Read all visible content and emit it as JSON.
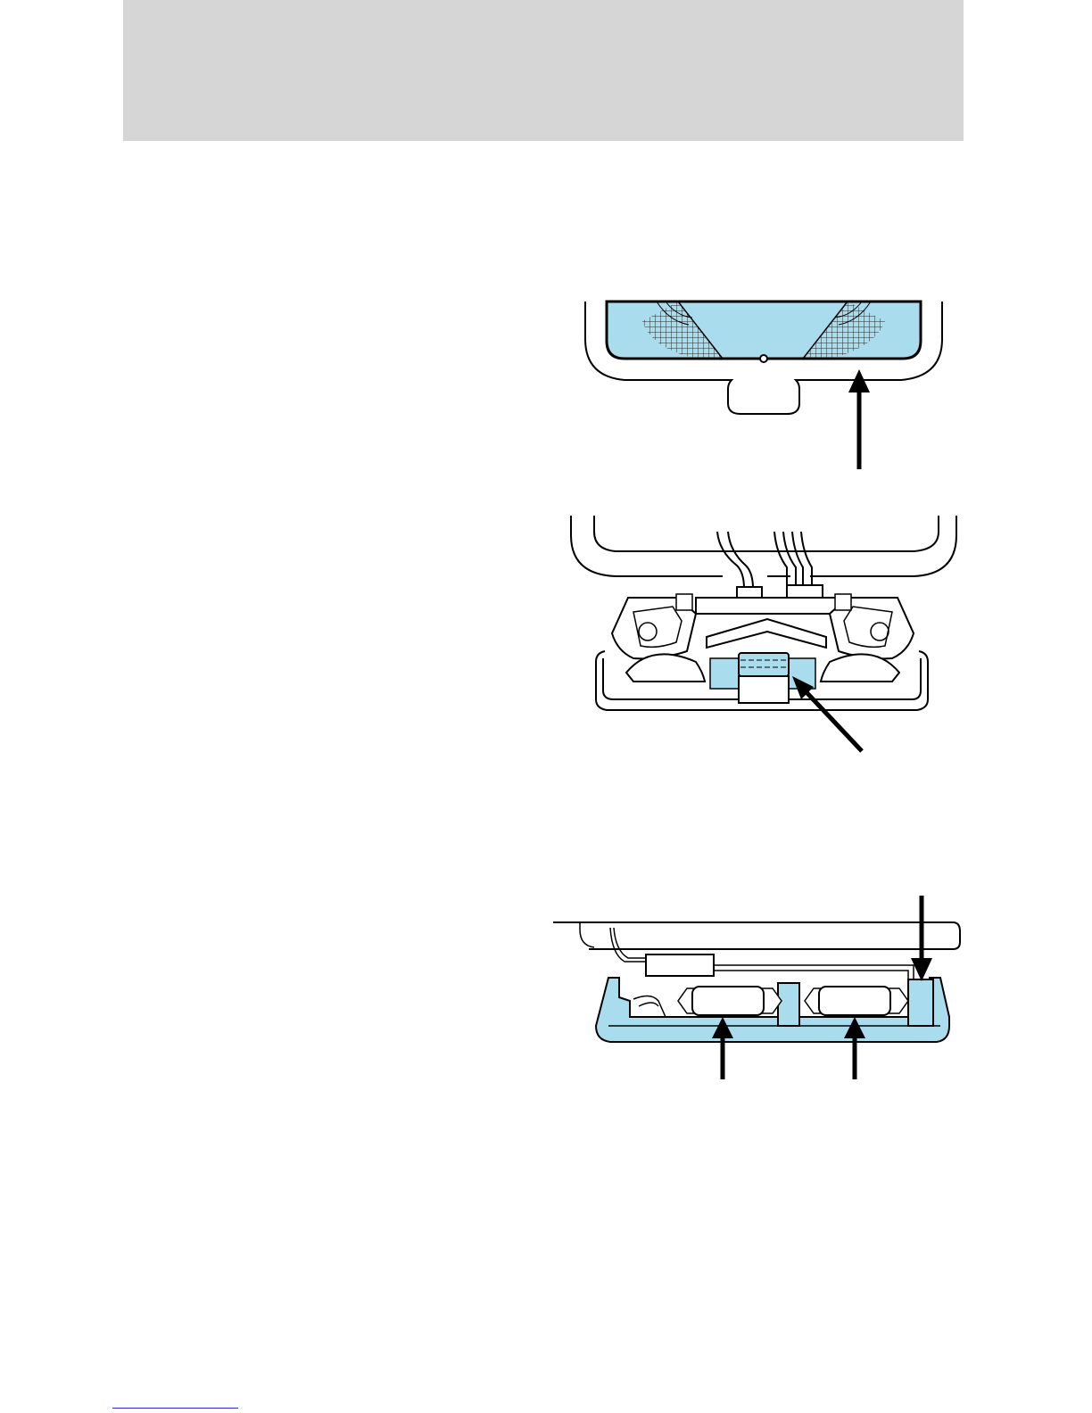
{
  "page": {
    "header_band_color": "#d6d6d6",
    "accent_color": "#a9dcec",
    "line_color": "#000000"
  },
  "figures": [
    {
      "id": "lens-removal",
      "icon": "dome-lamp-lens-icon"
    },
    {
      "id": "bulb-housing",
      "icon": "dome-lamp-fuse-bulb-icon"
    },
    {
      "id": "bulb-replacement",
      "icon": "dome-lamp-bulbs-icon"
    }
  ],
  "footer": {
    "link_color": "#2a2acc"
  }
}
